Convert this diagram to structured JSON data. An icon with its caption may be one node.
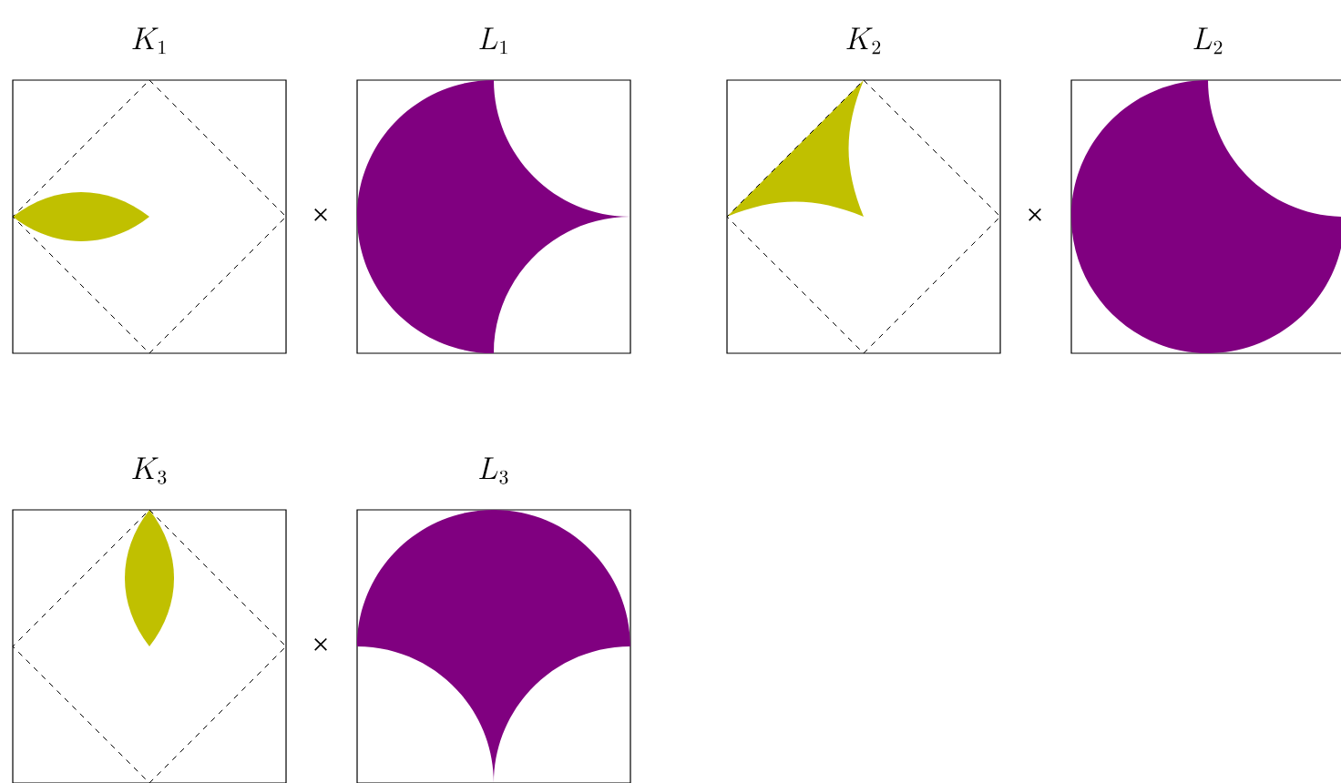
{
  "diagram": {
    "nodes": [
      {
        "text": [
          "K_1"
        ]
      },
      {
        "text": [
          "L_1"
        ]
      },
      {
        "text": [
          "K_2"
        ]
      },
      {
        "text": [
          "L_2"
        ]
      },
      {
        "text": [
          "K_3"
        ]
      },
      {
        "text": [
          "L_3"
        ]
      }
    ],
    "labels": [
      "×",
      "×",
      "×"
    ]
  }
}
